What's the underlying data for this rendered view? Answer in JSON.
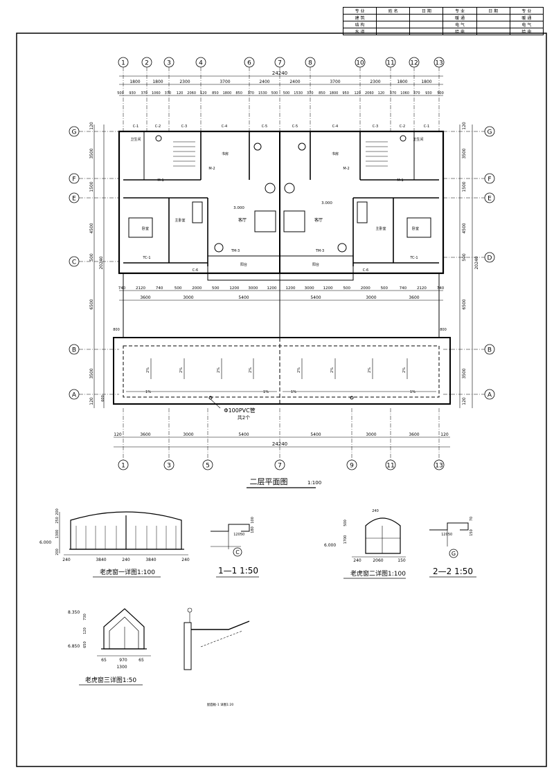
{
  "title_block": {
    "rows": [
      [
        "专 业",
        "姓 名",
        "日 期",
        "专 业",
        "日 期",
        "专 业"
      ],
      [
        "建 筑",
        "",
        "",
        "暖 通",
        "",
        "暖 通"
      ],
      [
        "结 构",
        "",
        "",
        "电 气",
        "",
        "电 气"
      ],
      [
        "水 道",
        "",
        "",
        "给 电",
        "",
        "给 电"
      ]
    ]
  },
  "plan": {
    "top_axis_labels": [
      "1",
      "2",
      "3",
      "4",
      "6",
      "7",
      "8",
      "10",
      "11",
      "12",
      "13"
    ],
    "bottom_axis_labels": [
      "1",
      "3",
      "5",
      "7",
      "9",
      "11",
      "13"
    ],
    "left_axis_labels": [
      "G",
      "F",
      "E",
      "C",
      "B",
      "A"
    ],
    "right_axis_labels": [
      "G",
      "F",
      "E",
      "D",
      "B",
      "A"
    ],
    "overall_width": "24240",
    "overall_depth": "20240",
    "top_dims_row1": [
      "1800",
      "1800",
      "2300",
      "3700",
      "2400",
      "2400",
      "3700",
      "2300",
      "1800",
      "1800"
    ],
    "top_dims_row2": [
      "500",
      "930",
      "370",
      "1060",
      "370",
      "120",
      "2060",
      "120",
      "850",
      "1800",
      "850",
      "370",
      "1530",
      "500",
      "500",
      "1530",
      "370",
      "850",
      "1800",
      "950",
      "120",
      "2060",
      "120",
      "370",
      "1060",
      "370",
      "930",
      "500"
    ],
    "mid_dims_row1": [
      "740",
      "2120",
      "740",
      "500",
      "2000",
      "500",
      "1200",
      "3000",
      "1200",
      "1200",
      "3000",
      "1200",
      "500",
      "2000",
      "500",
      "740",
      "2120",
      "740"
    ],
    "mid_dims_row2": [
      "3600",
      "3000",
      "5400",
      "5400",
      "3000",
      "3600"
    ],
    "bottom_dims": [
      "120",
      "3600",
      "3000",
      "5400",
      "5400",
      "3000",
      "3600",
      "120"
    ],
    "left_dims": [
      "120",
      "3500",
      "1500",
      "4500",
      "500",
      "6500",
      "3500",
      "120"
    ],
    "right_dims": [
      "120",
      "3500",
      "1500",
      "4500",
      "500",
      "6500",
      "3500",
      "120"
    ],
    "dims_800": "800",
    "dims_600": "600",
    "window_tags_top": [
      "C-1",
      "C-2",
      "C-3",
      "C-4",
      "C-5",
      "C-5",
      "C-4",
      "C-3",
      "C-2",
      "C-1"
    ],
    "room_labels": {
      "bath": "卫生间",
      "study": "书房",
      "living": "客厅",
      "bedroom": "卧室",
      "balcony": "阳台",
      "master": "主卧室"
    },
    "level": "3.000",
    "door_tags": [
      "M-1",
      "M-2",
      "TM-3",
      "TC-1",
      "C-6"
    ],
    "slope_2": "2%",
    "slope_1": "1%",
    "pipe_note": "Φ100PVC管",
    "pipe_count": "共2个"
  },
  "plan_title": {
    "text": "二层平面图",
    "scale": "1:100"
  },
  "details": {
    "dormer1": {
      "title": "老虎窗一详图1:100",
      "dims": [
        "240",
        "3840",
        "240",
        "3840",
        "240"
      ],
      "vert": [
        "200",
        "250",
        "1300",
        "200"
      ],
      "level": "6.000"
    },
    "section11": {
      "title": "1—1 1:50",
      "axis": "C",
      "dims": [
        "120",
        "50",
        "100",
        "180"
      ]
    },
    "dormer2": {
      "title": "老虎窗二详图1:100",
      "dims": [
        "240",
        "2060",
        "150"
      ],
      "vert": [
        "500",
        "1700"
      ],
      "level": "6.000",
      "center": "240"
    },
    "section22": {
      "title": "2—2 1:50",
      "axis": "G",
      "dims": [
        "120",
        "50",
        "150",
        "70"
      ]
    },
    "dormer3": {
      "title": "老虎窗三详图1:50",
      "dims": [
        "65",
        "970",
        "65",
        "1300"
      ],
      "vert": [
        "730",
        "120",
        "650"
      ],
      "levels": [
        "8.350",
        "6.850"
      ]
    },
    "detail4": {
      "title": "屋面板-1 详图1:20"
    }
  }
}
